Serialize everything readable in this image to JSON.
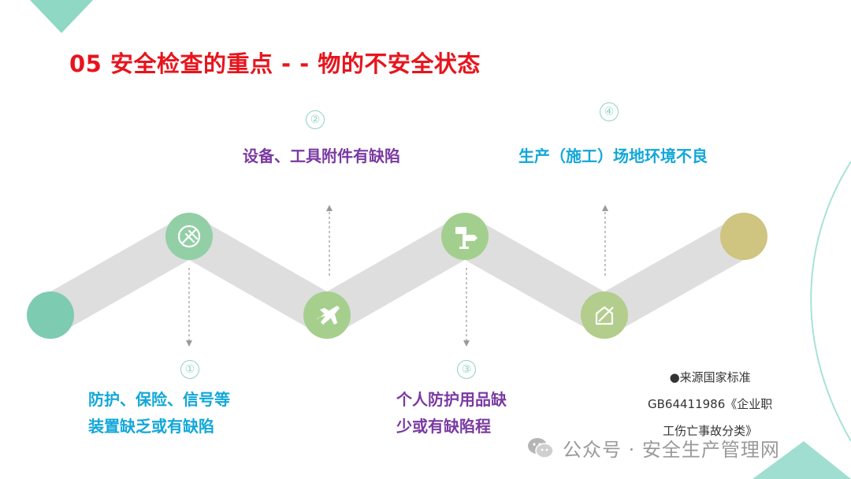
{
  "title": "05 安全检查的重点 -  - 物的不安全状态",
  "items": [
    {
      "number": "①",
      "text_lines": [
        "防护、保险、信号等",
        "装置缺乏或有缺陷"
      ]
    },
    {
      "number": "②",
      "text_lines": [
        "设备、工具附件有缺陷"
      ]
    },
    {
      "number": "③",
      "text_lines": [
        "个人防护用品缺",
        "少或有缺陷程"
      ]
    },
    {
      "number": "④",
      "text_lines": [
        "生产（施工）场地环境不良"
      ]
    }
  ],
  "source_note": {
    "bullet": "●",
    "lines": [
      "来源国家标准",
      "GB64411986《企业职",
      "工伤亡事故分类》"
    ]
  },
  "watermark": {
    "text": "公众号 · 安全生产管理网",
    "icon": "wechat-icon"
  },
  "icons": [
    "seedling-icon",
    "airplane-icon",
    "signpost-icon",
    "pen-house-icon"
  ],
  "colors": {
    "title": "#e8141c",
    "purple_text": "#7a3aa1",
    "blue_text": "#12a7d8",
    "teal_circle": "#7dcbb0",
    "green_circle": "#a6cf8e",
    "olive_circle": "#cfc480",
    "band": "#dedede"
  }
}
